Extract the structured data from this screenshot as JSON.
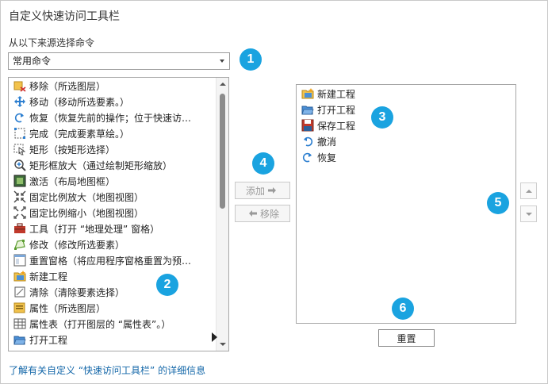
{
  "dialog": {
    "title": "自定义快速访问工具栏",
    "source_label": "从以下来源选择命令",
    "source_value": "常用命令",
    "help_link": "了解有关自定义 “快速访问工具栏” 的详细信息"
  },
  "badges": [
    "1",
    "2",
    "3",
    "4",
    "5",
    "6"
  ],
  "commands": [
    {
      "icon": "remove-layer-icon",
      "label": "移除（所选图层）"
    },
    {
      "icon": "move-icon",
      "label": "移动（移动所选要素。）"
    },
    {
      "icon": "redo-icon",
      "label": "恢复（恢复先前的操作；位于快速访…"
    },
    {
      "icon": "finish-sketch-icon",
      "label": "完成（完成要素草绘。）"
    },
    {
      "icon": "rectangle-select-icon",
      "label": "矩形（按矩形选择）"
    },
    {
      "icon": "zoom-rectangle-icon",
      "label": "矩形框放大（通过绘制矩形缩放）"
    },
    {
      "icon": "activate-icon",
      "label": "激活（布局地图框）"
    },
    {
      "icon": "fixed-zoom-in-icon",
      "label": "固定比例放大（地图视图）"
    },
    {
      "icon": "fixed-zoom-out-icon",
      "label": "固定比例缩小（地图视图）"
    },
    {
      "icon": "toolbox-icon",
      "label": "工具（打开 “地理处理” 窗格）"
    },
    {
      "icon": "modify-icon",
      "label": "修改（修改所选要素）"
    },
    {
      "icon": "reset-panes-icon",
      "label": "重置窗格（将应用程序窗格重置为预…"
    },
    {
      "icon": "new-project-icon",
      "label": "新建工程"
    },
    {
      "icon": "clear-selection-icon",
      "label": "清除（清除要素选择）"
    },
    {
      "icon": "properties-icon",
      "label": "属性（所选图层）"
    },
    {
      "icon": "attribute-table-icon",
      "label": "属性表（打开图层的 “属性表”。）"
    },
    {
      "icon": "open-project-icon",
      "label": "打开工程"
    }
  ],
  "buttons": {
    "add": "添加",
    "remove": "移除",
    "reset": "重置"
  },
  "toolbar_items": [
    {
      "icon": "new-project-icon",
      "label": "新建工程"
    },
    {
      "icon": "open-project-icon",
      "label": "打开工程"
    },
    {
      "icon": "save-project-icon",
      "label": "保存工程"
    },
    {
      "icon": "undo-icon",
      "label": "撤消"
    },
    {
      "icon": "redo-icon",
      "label": "恢复"
    }
  ],
  "colors": {
    "badge": "#1aa3e0",
    "link": "#1266a8"
  }
}
